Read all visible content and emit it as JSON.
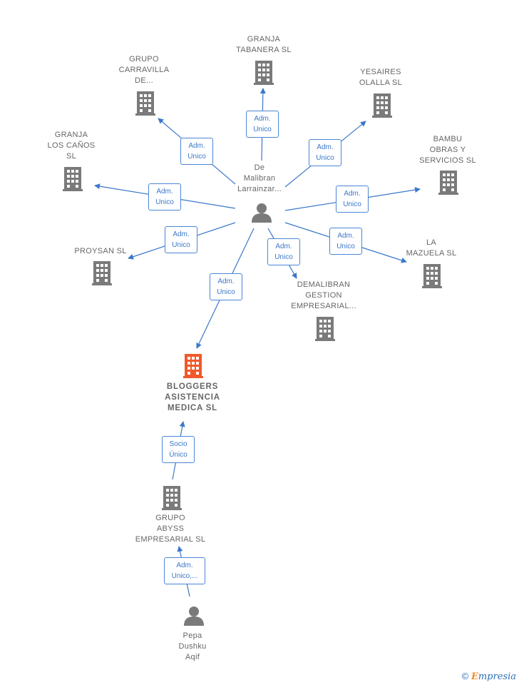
{
  "center_person": {
    "name": "De\nMalibran\nLarrainzar..."
  },
  "companies": [
    {
      "id": "granja-tabanera",
      "name": "GRANJA\nTABANERA  SL",
      "relation": "Adm.\nUnico"
    },
    {
      "id": "grupo-carravilla",
      "name": "GRUPO\nCARRAVILLA\nDE...",
      "relation": "Adm.\nUnico"
    },
    {
      "id": "yesaires-olalla",
      "name": "YESAIRES\nOLALLA SL",
      "relation": "Adm.\nUnico"
    },
    {
      "id": "granja-los-canos",
      "name": "GRANJA\nLOS CAÑOS\nSL",
      "relation": "Adm.\nUnico"
    },
    {
      "id": "bambu-obras",
      "name": "BAMBU\nOBRAS Y\nSERVICIOS SL",
      "relation": "Adm.\nUnico"
    },
    {
      "id": "proysan",
      "name": "PROYSAN  SL",
      "relation": "Adm.\nUnico"
    },
    {
      "id": "la-mazuela",
      "name": "LA\nMAZUELA SL",
      "relation": "Adm.\nUnico"
    },
    {
      "id": "demalibran",
      "name": "DEMALIBRAN\nGESTION\nEMPRESARIAL...",
      "relation": "Adm.\nUnico"
    },
    {
      "id": "bloggers",
      "name": "BLOGGERS\nASISTENCIA\nMEDICA  SL",
      "relation": "Adm.\nUnico"
    }
  ],
  "parent_company": {
    "name": "GRUPO\nABYSS\nEMPRESARIAL SL",
    "relation": "Socio\nÚnico"
  },
  "owner_person": {
    "name": "Pepa\nDushku\nAqif",
    "relation": "Adm.\nUnico,..."
  },
  "colors": {
    "edge": "#3b78c9",
    "building": "#7a7a7a",
    "highlight": "#f0592a",
    "person": "#7a7a7a"
  },
  "footer": {
    "copyright": "©",
    "brand_first": "E",
    "brand_rest": "mpresia"
  }
}
